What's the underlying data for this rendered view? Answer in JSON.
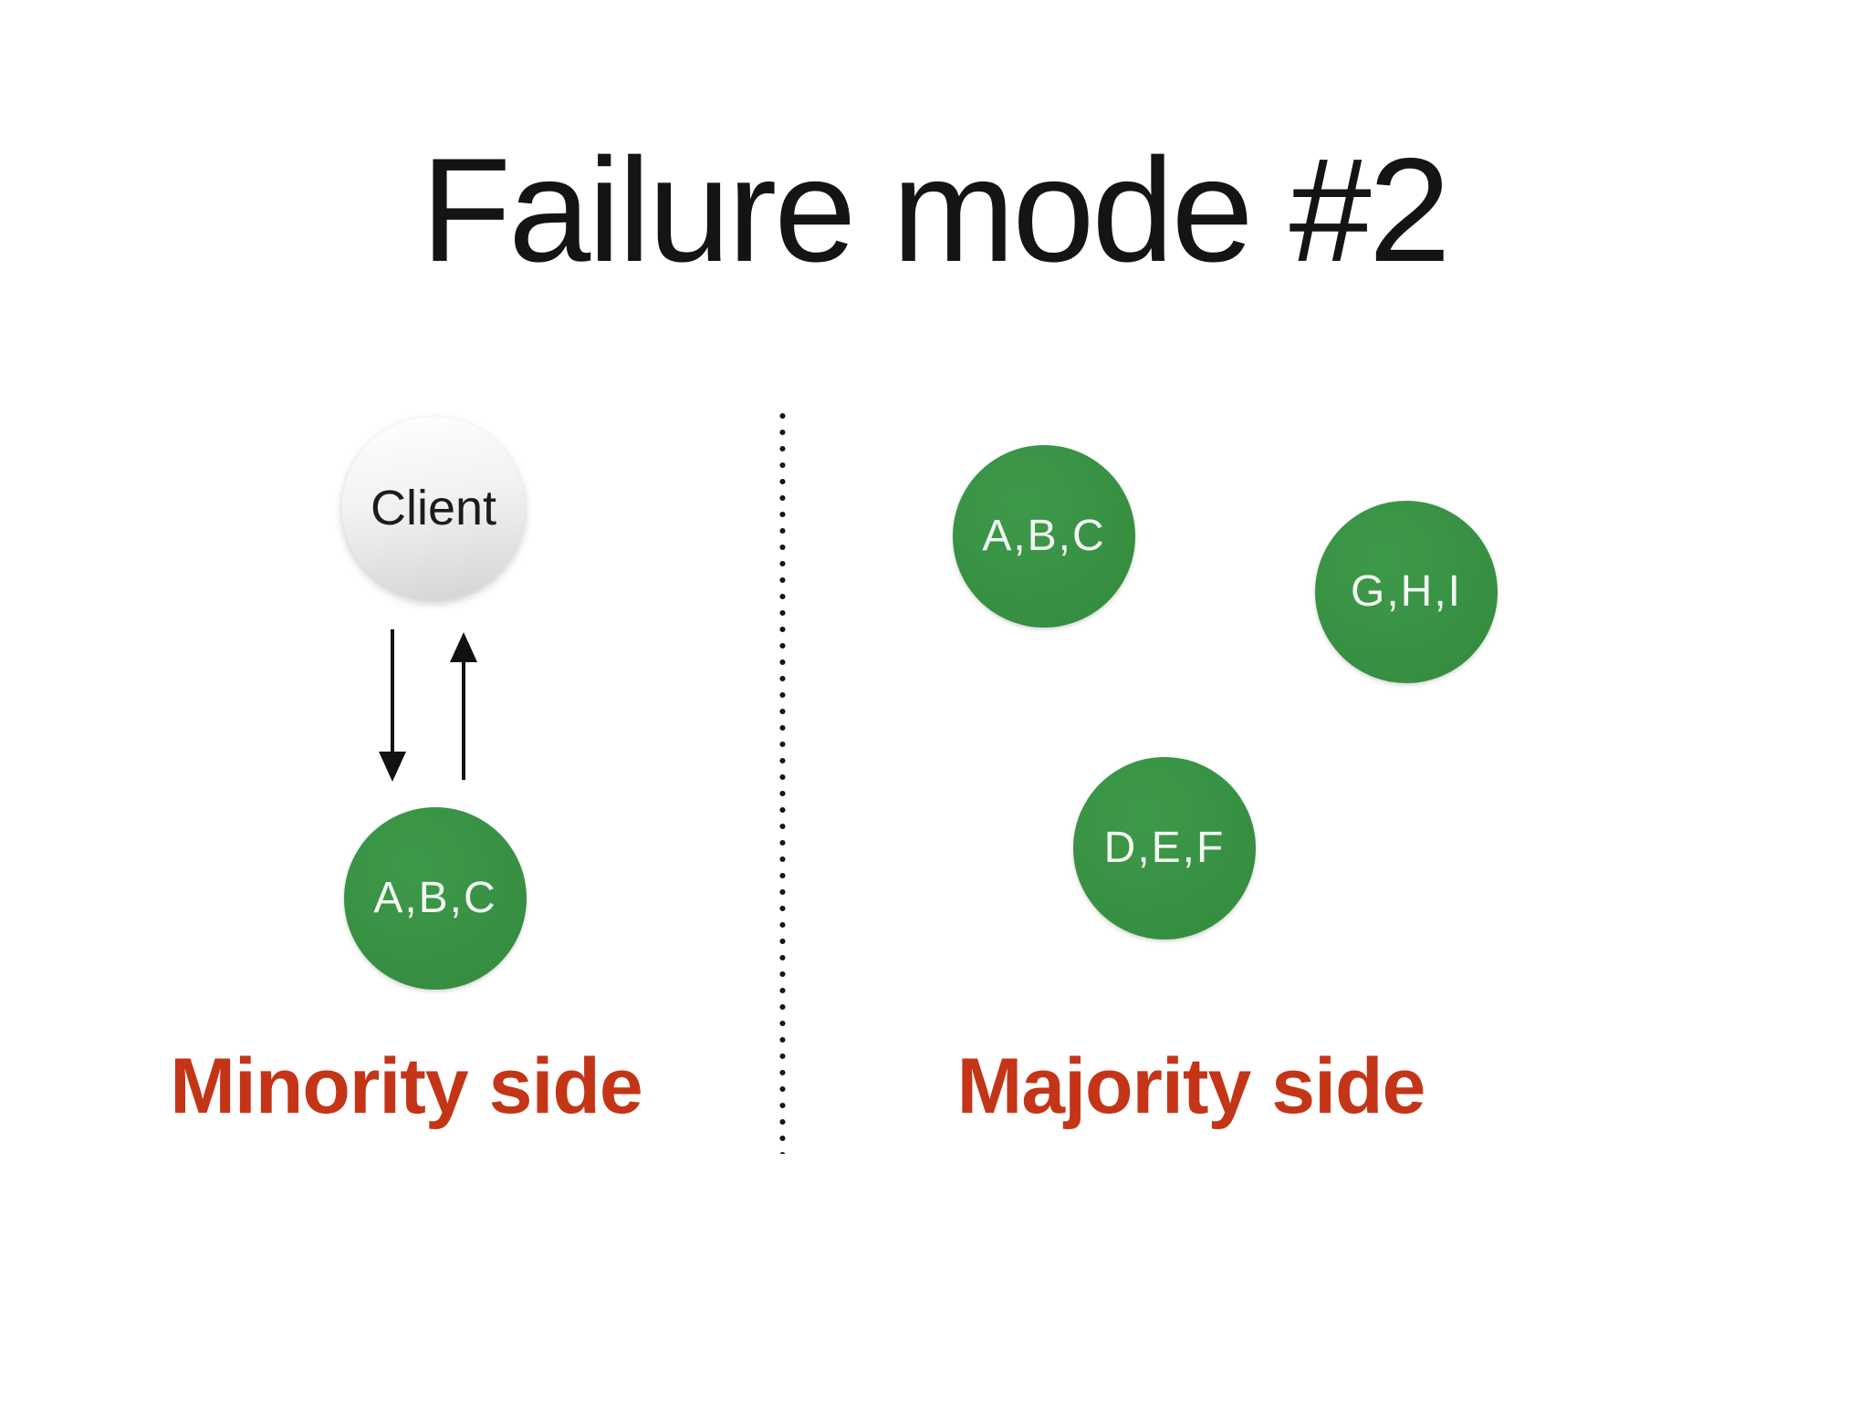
{
  "slide": {
    "title": "Failure mode #2",
    "left": {
      "client_label": "Client",
      "node_label": "A,B,C",
      "section_label": "Minority side"
    },
    "right": {
      "nodes": [
        "A,B,C",
        "G,H,I",
        "D,E,F"
      ],
      "section_label": "Majority side"
    },
    "colors": {
      "node_green": "#389143",
      "section_label_red": "#c43518",
      "title_black": "#141414",
      "client_gradient_top": "#ffffff",
      "client_gradient_bottom": "#d3d3d3",
      "arrow_black": "#111111",
      "background": "#ffffff"
    }
  }
}
